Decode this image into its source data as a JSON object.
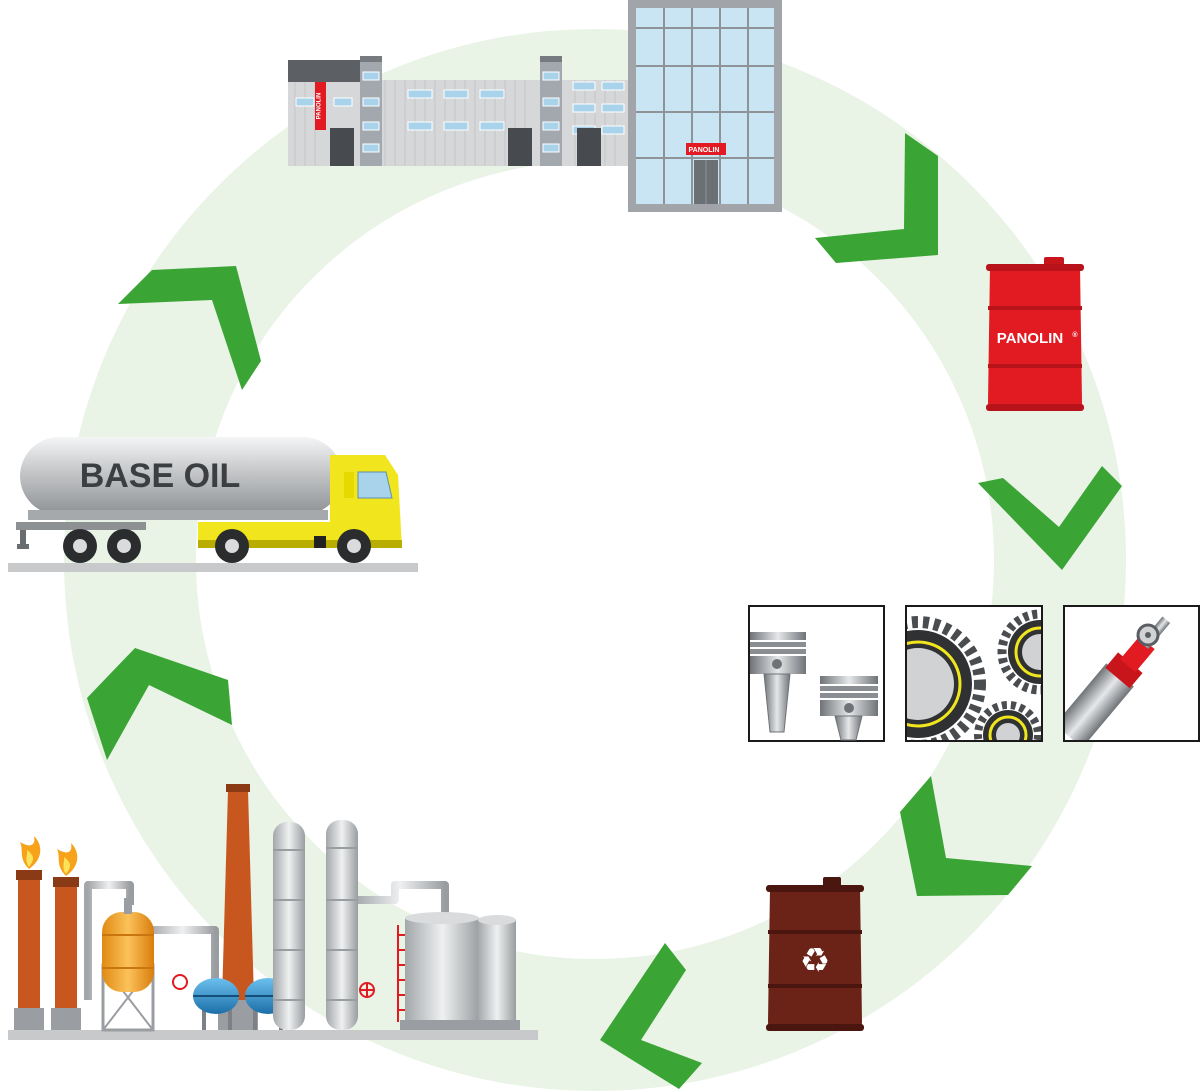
{
  "colors": {
    "ring": "#e9f3e6",
    "arrow": "#3aa435",
    "red_drum": "#e21b23",
    "rust_drum": "#6b2318",
    "truck_yellow": "#f1e61e",
    "tank_silver": "#c9cbcd",
    "building_gray": "#d5d7d9",
    "glass_blue": "#a9d3ea",
    "chimney": "#c8571f",
    "vessel_orange": "#f5a623",
    "sphere_blue": "#2d8cc9"
  },
  "icons": [
    "factory-building-icon",
    "new-oil-drum-icon",
    "engine-piston-icon",
    "gears-icon",
    "hydraulic-cylinder-icon",
    "used-oil-drum-icon",
    "refinery-icon",
    "tanker-truck-icon",
    "recycle-icon"
  ],
  "labels": {
    "truck_tank": "BASE OIL",
    "drum_brand": "PANOLIN",
    "drum_mark": "®",
    "building_sign_1": "PANOLIN",
    "building_sign_2": "PANOLIN",
    "recycle_symbol": "♻"
  }
}
